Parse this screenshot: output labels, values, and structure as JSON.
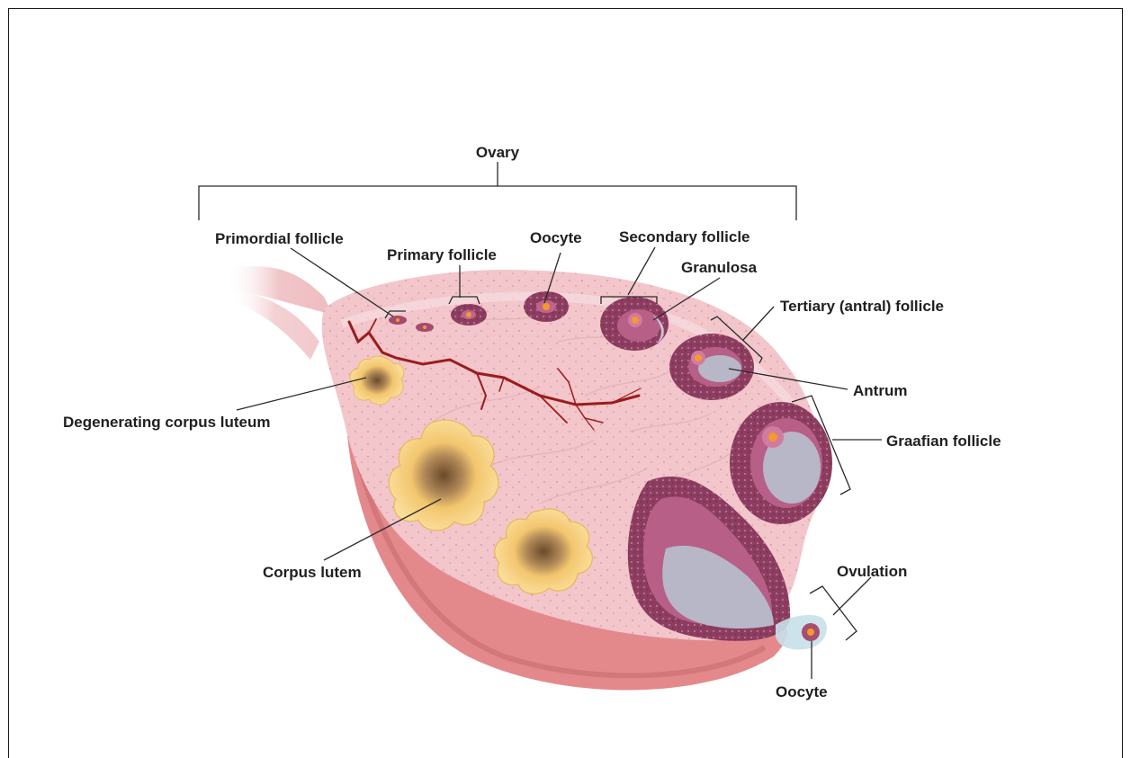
{
  "labels": {
    "ovary": "Ovary",
    "primordial_follicle": "Primordial follicle",
    "primary_follicle": "Primary follicle",
    "oocyte_top": "Oocyte",
    "secondary_follicle": "Secondary follicle",
    "granulosa": "Granulosa",
    "tertiary_follicle": "Tertiary (antral) follicle",
    "antrum": "Antrum",
    "graafian_follicle": "Graafian follicle",
    "degenerating_corpus_luteum": "Degenerating corpus luteum",
    "corpus_lutem": "Corpus lutem",
    "ovulation": "Ovulation",
    "oocyte_bottom": "Oocyte"
  },
  "colors": {
    "ovary_body": "#f2c4c9",
    "ovary_lower": "#e08589",
    "follicle_rim": "#8a3a5a",
    "follicle_inner": "#b05a7e",
    "oocyte": "#f39b2c",
    "antrum": "#b7b7c8",
    "corpus_luteum": "#f7cf7a",
    "vessel": "#9b1c1c"
  }
}
